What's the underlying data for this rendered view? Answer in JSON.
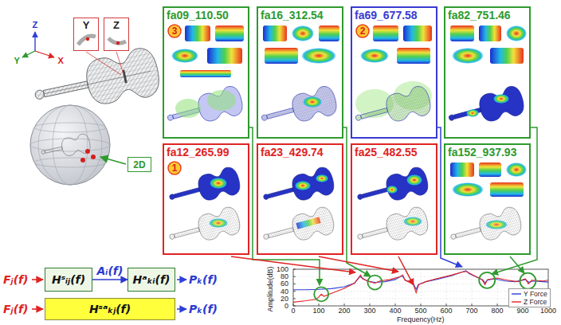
{
  "diagram": {
    "nodes": [
      {
        "text": [
          "Y"
        ]
      },
      {
        "text": [
          "Z"
        ]
      },
      {
        "text": [
          "fa09_110.50"
        ]
      },
      {
        "text": [
          "3"
        ],
        "in": 2
      },
      {
        "text": [
          "fa16_312.54"
        ]
      },
      {
        "text": [
          "fa69_677.58"
        ]
      },
      {
        "text": [
          "2"
        ],
        "in": 5
      },
      {
        "text": [
          "fa82_751.46"
        ]
      },
      {
        "text": [
          "2D"
        ]
      },
      {
        "text": [
          "fa12_265.99"
        ]
      },
      {
        "text": [
          "1"
        ],
        "in": 9
      },
      {
        "text": [
          "fa23_429.74"
        ]
      },
      {
        "text": [
          "fa25_482.55"
        ]
      },
      {
        "text": [
          "fa152_937.93"
        ]
      },
      {
        "text": [
          "Hˢᵢⱼ(f)"
        ]
      },
      {
        "text": [
          "Hᵃₖᵢ(f)"
        ]
      },
      {
        "text": [
          "Hˢᵃₖⱼ(f)"
        ]
      }
    ],
    "edges": [
      {
        "from": 14,
        "to": 15,
        "arrow": "to",
        "label": "Aᵢ(f)"
      }
    ],
    "labels": [
      "Z",
      "Y",
      "X",
      "Fⱼ(f)",
      "Pₖ(f)",
      "Fⱼ(f)",
      "Pₖ(f)",
      "100",
      "80",
      "60",
      "40",
      "20",
      "0",
      "Amplitude(dB)",
      "0",
      "100",
      "200",
      "300",
      "400",
      "500",
      "600",
      "700",
      "800",
      "900",
      "1000",
      "Frequency(Hz)"
    ],
    "legend": [
      {
        "text": "Y Force"
      },
      {
        "text": "Z Force"
      }
    ]
  }
}
